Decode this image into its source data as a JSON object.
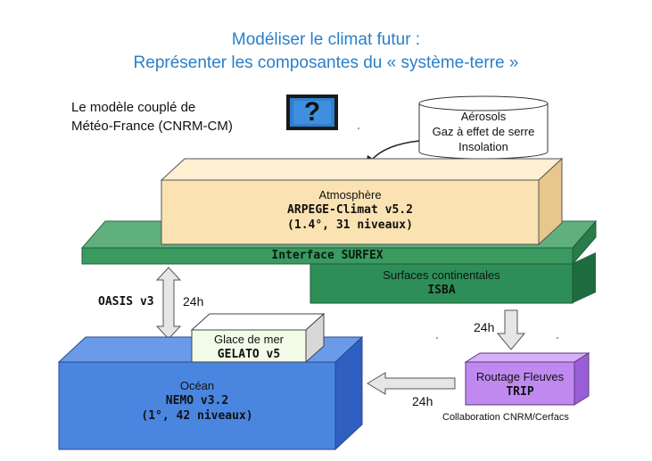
{
  "title_line1": "Modéliser le climat futur :",
  "title_line2": "Représenter les composantes du « système-terre »",
  "caption_line1": "Le modèle couplé de",
  "caption_line2": "Météo-France (CNRM-CM)",
  "question_mark": "?",
  "forcings": {
    "line1": "Aérosols",
    "line2": "Gaz à effet de serre",
    "line3": "Insolation"
  },
  "atmosphere": {
    "name": "Atmosphère",
    "model": "ARPEGE-Climat v5.2",
    "resolution": "(1.4°, 31 niveaux)"
  },
  "surfex": {
    "label": "Interface SURFEX"
  },
  "surfaces": {
    "name": "Surfaces continentales",
    "model": "ISBA"
  },
  "coupler": {
    "name": "OASIS v3",
    "period": "24h"
  },
  "ice": {
    "name": "Glace de mer",
    "model": "GELATO v5"
  },
  "ocean": {
    "name": "Océan",
    "model": "NEMO v3.2",
    "resolution": "(1°, 42 niveaux)"
  },
  "rivers": {
    "name": "Routage Fleuves",
    "model": "TRIP",
    "period_in": "24h",
    "period_out": "24h"
  },
  "collaboration": "Collaboration CNRM/Cerfacs",
  "colors": {
    "title": "#2a7fc9",
    "atmosphere": "#fbe2b2",
    "surfex": "#3a9a60",
    "surfaces": "#2e8e58",
    "ocean": "#4a86e0",
    "ice": "#f2fbe8",
    "rivers": "#c089f0"
  }
}
